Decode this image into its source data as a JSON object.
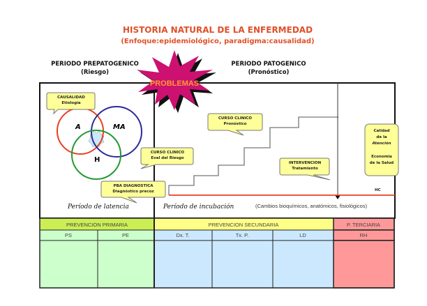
{
  "title": "HISTORIA NATURAL DE LA ENFERMEDAD",
  "subtitle": "(Enfoque:epidemiológico, paradigma:causalidad)",
  "prepatogenic": {
    "label": "PERIODO PREPATOGENICO",
    "sub": "(Riesgo)"
  },
  "patogenic": {
    "label": "PERIODO PATOGENICO",
    "sub": "(Pronóstico)"
  },
  "burst_label": "PROBLEMAS",
  "venn": {
    "a": "A",
    "ma": "MA",
    "h": "H"
  },
  "callouts": {
    "causalidad": {
      "title": "CAUSALIDAD",
      "sub": "Etiología"
    },
    "curso_eval": {
      "title": "CURSO CLINICO",
      "sub": "Eval   del Riesgo"
    },
    "pba": {
      "title": "PBA  DIAGNOSTICA",
      "sub": "Diagnóstico precoz"
    },
    "curso_pron": {
      "title": "CURSO CLINICO",
      "sub": "Pronóstico"
    },
    "intervencion": {
      "title": "INTERVENCION",
      "sub": "Tratamiento"
    },
    "calidad": {
      "lines": [
        "Calidad",
        "de la",
        "Atención",
        "",
        "Economía",
        "de la Salud"
      ]
    }
  },
  "hc_label": "HC",
  "latencia": "Período de latencia",
  "incubacion": "Período de incubación",
  "cambios": "(Cambios bioquímicos, anatómicos, fisiológicos)",
  "prevention": {
    "primary": {
      "label": "PREVENCION PRIMARIA",
      "cols": [
        "PS",
        "PE"
      ]
    },
    "secondary": {
      "label": "PREVENCION SECUNDARIA",
      "cols": [
        "Dx. T.",
        "Tx. P.",
        "LD"
      ]
    },
    "tertiary": {
      "label": "P. TERCIARIA",
      "cols": [
        "RH"
      ]
    }
  },
  "colors": {
    "title": "#e0502a",
    "burst": "#cc1170",
    "callout": "#ffff99",
    "primary": "#ccffcc",
    "primary_head": "#ccee55",
    "secondary": "#cce8ff",
    "secondary_head": "#ffff88",
    "tertiary": "#ff9999"
  }
}
